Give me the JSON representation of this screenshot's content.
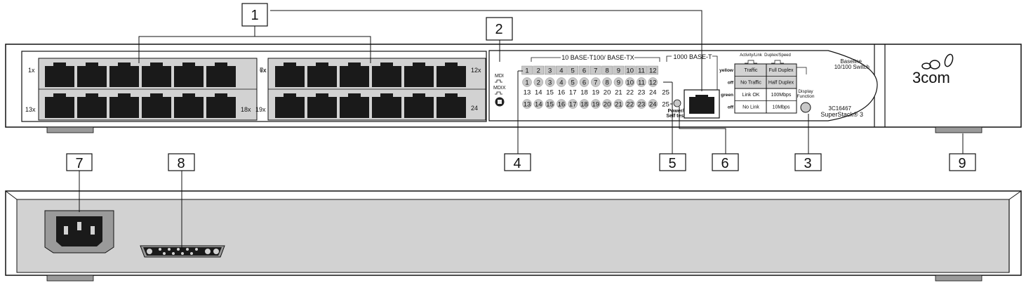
{
  "callouts": {
    "c1": "1",
    "c2": "2",
    "c3": "3",
    "c4": "4",
    "c5": "5",
    "c6": "6",
    "c7": "7",
    "c8": "8",
    "c9": "9"
  },
  "ports": {
    "left_top_start": "1x",
    "left_top_end": "6x",
    "left_bot_start": "13x",
    "left_bot_end": "18x",
    "right_top_start": "7x",
    "right_top_end": "12x",
    "right_bot_start": "19x",
    "right_bot_end": "24"
  },
  "mdi": {
    "mdi": "MDI",
    "mdix": "MDIX"
  },
  "leds": {
    "header_10_100": "10 BASE-T100/ BASE-TX",
    "header_1000": "1000 BASE-T",
    "row1": [
      "1",
      "2",
      "3",
      "4",
      "5",
      "6",
      "7",
      "8",
      "9",
      "10",
      "11",
      "12"
    ],
    "row2": [
      "1",
      "2",
      "3",
      "4",
      "5",
      "6",
      "7",
      "8",
      "9",
      "10",
      "11",
      "12"
    ],
    "row3": [
      "13",
      "14",
      "15",
      "16",
      "17",
      "18",
      "19",
      "20",
      "21",
      "22",
      "23",
      "24",
      "25"
    ],
    "row4": [
      "13",
      "14",
      "15",
      "16",
      "17",
      "18",
      "19",
      "20",
      "21",
      "22",
      "23",
      "24",
      "25"
    ],
    "power_label_1": "Power/",
    "power_label_2": "Self test"
  },
  "status_table": {
    "col1_header": "Activity/Link",
    "col2_header": "Duplex/Speed",
    "rows": [
      {
        "state": "yellow",
        "col1": "Traffic",
        "col2": "Full Duplex"
      },
      {
        "state": "off",
        "col1": "No Traffic",
        "col2": "Half Duplex"
      },
      {
        "state": "green",
        "col1": "Link OK",
        "col2": "100Mbps"
      },
      {
        "state": "off",
        "col1": "No Link",
        "col2": "10Mbps"
      }
    ]
  },
  "display_function": {
    "line1": "Display",
    "line2": "Function"
  },
  "product": {
    "brand_line1": "Baseline",
    "brand_line2": "10/100 Switch",
    "model": "3C16467",
    "series": "SuperStack® 3",
    "logo": "3com"
  },
  "colors": {
    "panel_gray": "#d2d2d2",
    "led_gray": "#c8c8c8",
    "port_black": "#1a1a1a",
    "foot_gray": "#9a9a9a"
  }
}
